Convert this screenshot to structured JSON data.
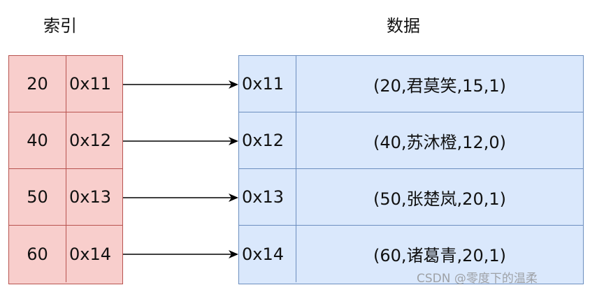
{
  "headings": {
    "index": "索引",
    "data": "数据"
  },
  "index_rows": [
    {
      "key": "20",
      "pointer": "0x11"
    },
    {
      "key": "40",
      "pointer": "0x12"
    },
    {
      "key": "50",
      "pointer": "0x13"
    },
    {
      "key": "60",
      "pointer": "0x14"
    }
  ],
  "data_rows": [
    {
      "pointer": "0x11",
      "value": "(20,君莫笑,15,1)"
    },
    {
      "pointer": "0x12",
      "value": "(40,苏沐橙,12,0)"
    },
    {
      "pointer": "0x13",
      "value": "(50,张楚岚,20,1)"
    },
    {
      "pointer": "0x14",
      "value": "(60,诸葛青,20,1)"
    }
  ],
  "watermark": "CSDN @零度下的温柔",
  "colors": {
    "index_fill": "#f8cecc",
    "index_border": "#b85450",
    "data_fill": "#dae8fc",
    "data_border": "#6c8ebf",
    "arrow": "#000000"
  }
}
